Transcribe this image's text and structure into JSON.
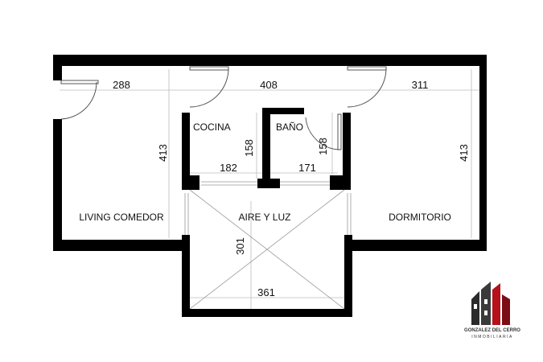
{
  "rooms": {
    "living": "LIVING COMEDOR",
    "kitchen": "COCINA",
    "bath": "BAÑO",
    "bedroom": "DORMITORIO",
    "patio": "AIRE Y LUZ"
  },
  "dimensions": {
    "living_width": "288",
    "center_width": "408",
    "bedroom_width": "311",
    "living_depth": "413",
    "bedroom_depth": "413",
    "kitchen_height": "158",
    "bath_height": "158",
    "kitchen_width": "182",
    "bath_width": "171",
    "patio_depth": "301",
    "patio_width": "361"
  },
  "logo": {
    "name": "GONZALEZ DEL CERRO",
    "tagline": "INMOBILIARIA",
    "colors": {
      "dark": "#333333",
      "accent": "#b5121b"
    }
  }
}
